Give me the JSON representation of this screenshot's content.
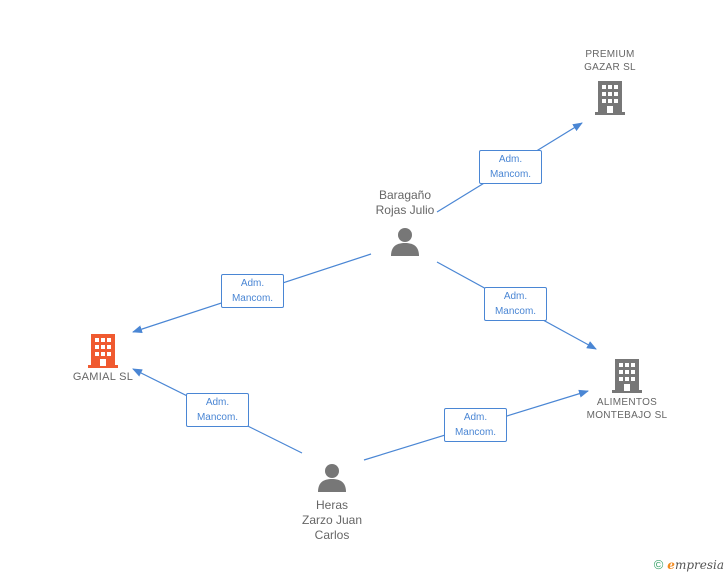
{
  "colors": {
    "edge": "#4a86d4",
    "company": "#777777",
    "company_highlight": "#f05a30",
    "person": "#777777",
    "label": "#666666"
  },
  "nodes": {
    "premium": {
      "label": "PREMIUM\nGAZAR SL",
      "icon": "building-icon"
    },
    "baragano": {
      "label": "Baragaño\nRojas Julio",
      "icon": "person-icon"
    },
    "gamial": {
      "label": "GAMIAL SL",
      "icon": "building-icon-highlight"
    },
    "alimentos": {
      "label": "ALIMENTOS\nMONTEBAJO SL",
      "icon": "building-icon"
    },
    "heras": {
      "label": "Heras\nZarzo Juan\nCarlos",
      "icon": "person-icon"
    }
  },
  "relations": [
    {
      "line1": "Adm.",
      "line2": "Mancom."
    },
    {
      "line1": "Adm.",
      "line2": "Mancom."
    },
    {
      "line1": "Adm.",
      "line2": "Mancom."
    },
    {
      "line1": "Adm.",
      "line2": "Mancom."
    },
    {
      "line1": "Adm.",
      "line2": "Mancom."
    }
  ],
  "footer": {
    "copyright": "©",
    "brand_first": "e",
    "brand_rest": "mpresia"
  }
}
